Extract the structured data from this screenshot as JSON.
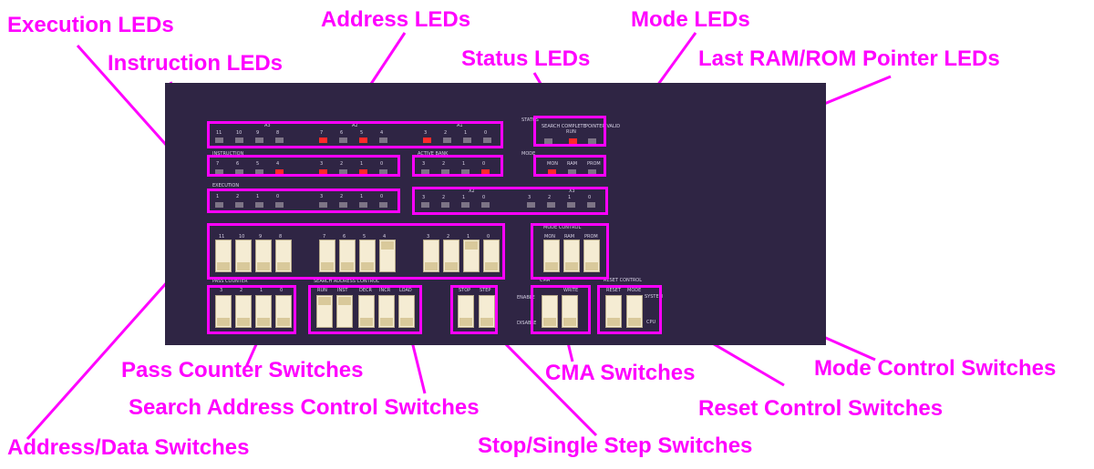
{
  "callouts": {
    "execution_leds": "Execution LEDs",
    "address_leds": "Address LEDs",
    "mode_leds": "Mode LEDs",
    "instruction_leds": "Instruction LEDs",
    "status_leds": "Status LEDs",
    "last_pointer_leds": "Last RAM/ROM Pointer LEDs",
    "pass_counter_switches": "Pass Counter Switches",
    "cma_switches": "CMA Switches",
    "mode_control_switches": "Mode Control Switches",
    "search_address_control_switches": "Search Address Control Switches",
    "reset_control_switches": "Reset Control Switches",
    "address_data_switches": "Address/Data Switches",
    "stop_single_step_switches": "Stop/Single Step Switches"
  },
  "panel": {
    "address_group_labels": [
      "A3",
      "A2",
      "A1"
    ],
    "address_bits": [
      "11",
      "10",
      "9",
      "8",
      "7",
      "6",
      "5",
      "4",
      "3",
      "2",
      "1",
      "0"
    ],
    "address_lit": [
      false,
      false,
      false,
      false,
      true,
      false,
      true,
      false,
      true,
      false,
      false,
      false
    ],
    "instruction_label": "INSTRUCTION",
    "instruction_bits": [
      "7",
      "6",
      "5",
      "4",
      "3",
      "2",
      "1",
      "0"
    ],
    "instruction_lit": [
      false,
      false,
      false,
      true,
      true,
      false,
      true,
      false
    ],
    "active_bank_label": "ACTIVE BANK",
    "active_bank_bits": [
      "3",
      "2",
      "1",
      "0"
    ],
    "active_bank_lit": [
      false,
      false,
      false,
      true
    ],
    "execution_label": "EXECUTION",
    "execution_bits": [
      "1",
      "2",
      "1",
      "0",
      "3",
      "2",
      "1",
      "0"
    ],
    "status_label": "STATUS",
    "status_items": [
      "SEARCH COMPLETE",
      "RUN",
      "POINTER VALID"
    ],
    "status_lit": [
      false,
      true,
      false
    ],
    "mode_label": "MODE",
    "mode_items": [
      "MON",
      "RAM",
      "PROM"
    ],
    "mode_lit": [
      true,
      false,
      false
    ],
    "pointer_group_labels": [
      "X2",
      "X3"
    ],
    "pointer_bits": [
      "3",
      "2",
      "1",
      "0",
      "3",
      "2",
      "1",
      "0"
    ],
    "switch_bits": [
      "11",
      "10",
      "9",
      "8",
      "7",
      "6",
      "5",
      "4",
      "3",
      "2",
      "1",
      "0"
    ],
    "mode_control_label": "MODE CONTROL",
    "mode_control_items": [
      "MON",
      "RAM",
      "PROM"
    ],
    "pass_counter_label": "PASS COUNTER",
    "pass_counter_bits": [
      "3",
      "2",
      "1",
      "0"
    ],
    "search_label": "SEARCH ADDRESS CONTROL",
    "search_items": [
      "RUN",
      "INST",
      "DECR",
      "INCR",
      "LOAD"
    ],
    "stop_items": [
      "STOP",
      "STEP"
    ],
    "cma_label": "CMA",
    "cma_write": "WRITE",
    "cma_enable": "ENABLE",
    "cma_disable": "DISABLE",
    "reset_label": "RESET CONTROL",
    "reset_items": [
      "RESET",
      "MODE"
    ],
    "reset_system": "SYSTEM",
    "reset_cpu": "CPU"
  },
  "colors": {
    "highlight": "#ff00ff",
    "panel": "#2f2544",
    "led_on": "#ff2a2a",
    "led_off": "#7d7486",
    "switch": "#f5ecd3"
  }
}
